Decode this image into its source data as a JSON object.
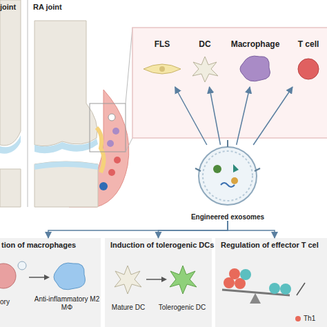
{
  "diagram": {
    "nodes": [
      {
        "text": [
          "Engineered exosomes"
        ]
      },
      {
        "text": [
          "FLS"
        ]
      },
      {
        "text": [
          "DC"
        ]
      },
      {
        "text": [
          "Macrophage"
        ]
      },
      {
        "text": [
          "T cell"
        ]
      },
      {
        "text": [
          "tion of macrophages"
        ]
      },
      {
        "text": [
          "Induction of tolerogenic DCs"
        ]
      },
      {
        "text": [
          "Regulation of effector T cel"
        ]
      }
    ],
    "edges": [
      {
        "from": 0,
        "to": 1,
        "arrow": "to"
      },
      {
        "from": 0,
        "to": 2,
        "arrow": "to"
      },
      {
        "from": 0,
        "to": 3,
        "arrow": "to"
      },
      {
        "from": 0,
        "to": 4,
        "arrow": "to"
      },
      {
        "from": 0,
        "to": 5,
        "arrow": "to"
      },
      {
        "from": 0,
        "to": 6,
        "arrow": "to"
      },
      {
        "from": 0,
        "to": 7,
        "arrow": "to"
      }
    ],
    "labels": [
      "joint",
      "RA joint",
      "ory",
      "Anti-inflammatory M2 MΦ",
      "Mature DC",
      "Tolerogenic DC",
      "Th1"
    ]
  }
}
